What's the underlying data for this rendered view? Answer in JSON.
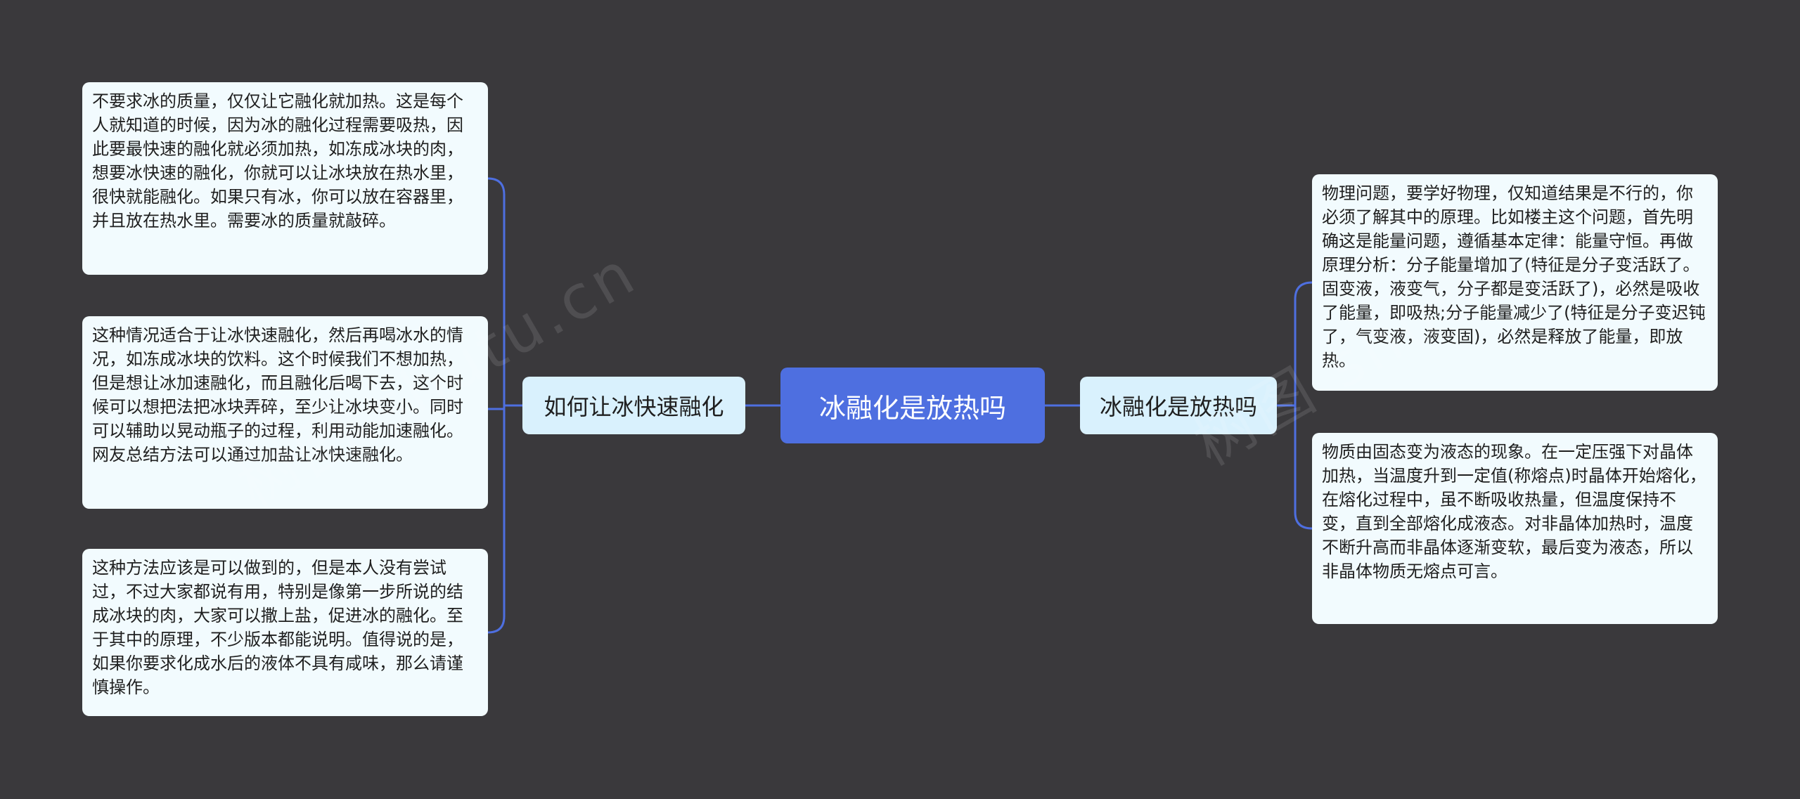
{
  "mindmap": {
    "root": {
      "label": "冰融化是放热吗"
    },
    "left_branch": {
      "label": "如何让冰快速融化",
      "children": [
        "不要求冰的质量，仅仅让它融化就加热。这是每个人就知道的时候，因为冰的融化过程需要吸热，因此要最快速的融化就必须加热，如冻成冰块的肉，想要冰快速的融化，你就可以让冰块放在热水里，很快就能融化。如果只有冰，你可以放在容器里，并且放在热水里。需要冰的质量就敲碎。",
        "这种情况适合于让冰快速融化，然后再喝冰水的情况，如冻成冰块的饮料。这个时候我们不想加热，但是想让冰加速融化，而且融化后喝下去，这个时候可以想把法把冰块弄碎，至少让冰块变小。同时可以辅助以晃动瓶子的过程，利用动能加速融化。网友总结方法可以通过加盐让冰快速融化。",
        "这种方法应该是可以做到的，但是本人没有尝试过，不过大家都说有用，特别是像第一步所说的结成冰块的肉，大家可以撒上盐，促进冰的融化。至于其中的原理，不少版本都能说明。值得说的是，如果你要求化成水后的液体不具有咸味，那么请谨慎操作。"
      ]
    },
    "right_branch": {
      "label": "冰融化是放热吗",
      "children": [
        "物理问题，要学好物理，仅知道结果是不行的，你必须了解其中的原理。比如楼主这个问题，首先明确这是能量问题，遵循基本定律：能量守恒。再做原理分析：分子能量增加了(特征是分子变活跃了。固变液，液变气，分子都是变活跃了)，必然是吸收了能量，即吸热;分子能量减少了(特征是分子变迟钝了，气变液，液变固)，必然是释放了能量，即放热。",
        "物质由固态变为液态的现象。在一定压强下对晶体加热，当温度升到一定值(称熔点)时晶体开始熔化，在熔化过程中，虽不断吸收热量，但温度保持不变，直到全部熔化成液态。对非晶体加热时，温度不断升高而非晶体逐渐变软，最后变为液态，所以非晶体物质无熔点可言。"
      ]
    }
  },
  "watermark": {
    "text": "树图 shutu.cn"
  },
  "colors": {
    "background": "#3a393c",
    "root_fill": "#4e6fe0",
    "branch_fill": "#d9f1fd",
    "leaf_fill": "#f2fbfe",
    "connector": "#4e6fe0"
  }
}
